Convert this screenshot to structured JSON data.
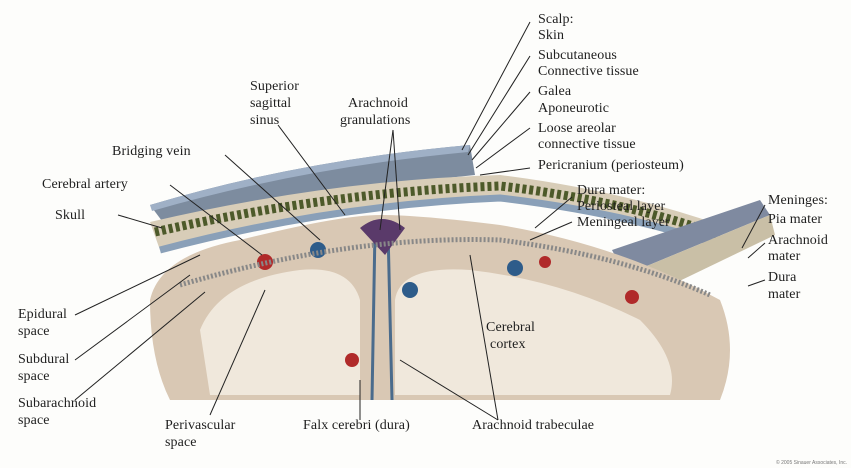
{
  "labels": {
    "scalp": "Scalp:",
    "skin": "Skin",
    "subcutaneous": "Subcutaneous",
    "connective_tissue": "Connective tissue",
    "galea": "Galea",
    "aponeurotic": "Aponeurotic",
    "loose_areolar": "Loose areolar",
    "loose_areolar_2": "connective tissue",
    "pericranium": "Pericranium (periosteum)",
    "superior_sagittal_sinus": [
      "Superior",
      "sagittal",
      "sinus"
    ],
    "arachnoid_granulations": [
      "Arachnoid",
      "granulations"
    ],
    "bridging_vein": "Bridging vein",
    "cerebral_artery": "Cerebral artery",
    "skull": "Skull",
    "dura_mater": "Dura mater:",
    "periosteal_layer": "Periosteal layer",
    "meningeal_layer": "Meningeal layer",
    "meninges": "Meninges:",
    "pia_mater": "Pia mater",
    "arachnoid_mater": [
      "Arachnoid",
      "mater"
    ],
    "dura_mater_2": [
      "Dura",
      "mater"
    ],
    "epidural_space": [
      "Epidural",
      "space"
    ],
    "subdural_space": [
      "Subdural",
      "space"
    ],
    "subarachnoid_space": [
      "Subarachnoid",
      "space"
    ],
    "perivascular_space": [
      "Perivascular",
      "space"
    ],
    "falx_cerebri": "Falx cerebri (dura)",
    "arachnoid_trabeculae": "Arachnoid trabeculae",
    "cerebral_cortex": [
      "Cerebral",
      "cortex"
    ],
    "copyright": "© 2005 Sinauer Associates, Inc."
  },
  "colors": {
    "scalp": "#6f7f95",
    "skull": "#d8cdb8",
    "diploe": "#4d5a2a",
    "dura": "#8aa0b8",
    "cortex": "#d9c8b4",
    "white_matter": "#f0e8dc",
    "vein": "#2e5c8a",
    "artery": "#b02a2a"
  }
}
